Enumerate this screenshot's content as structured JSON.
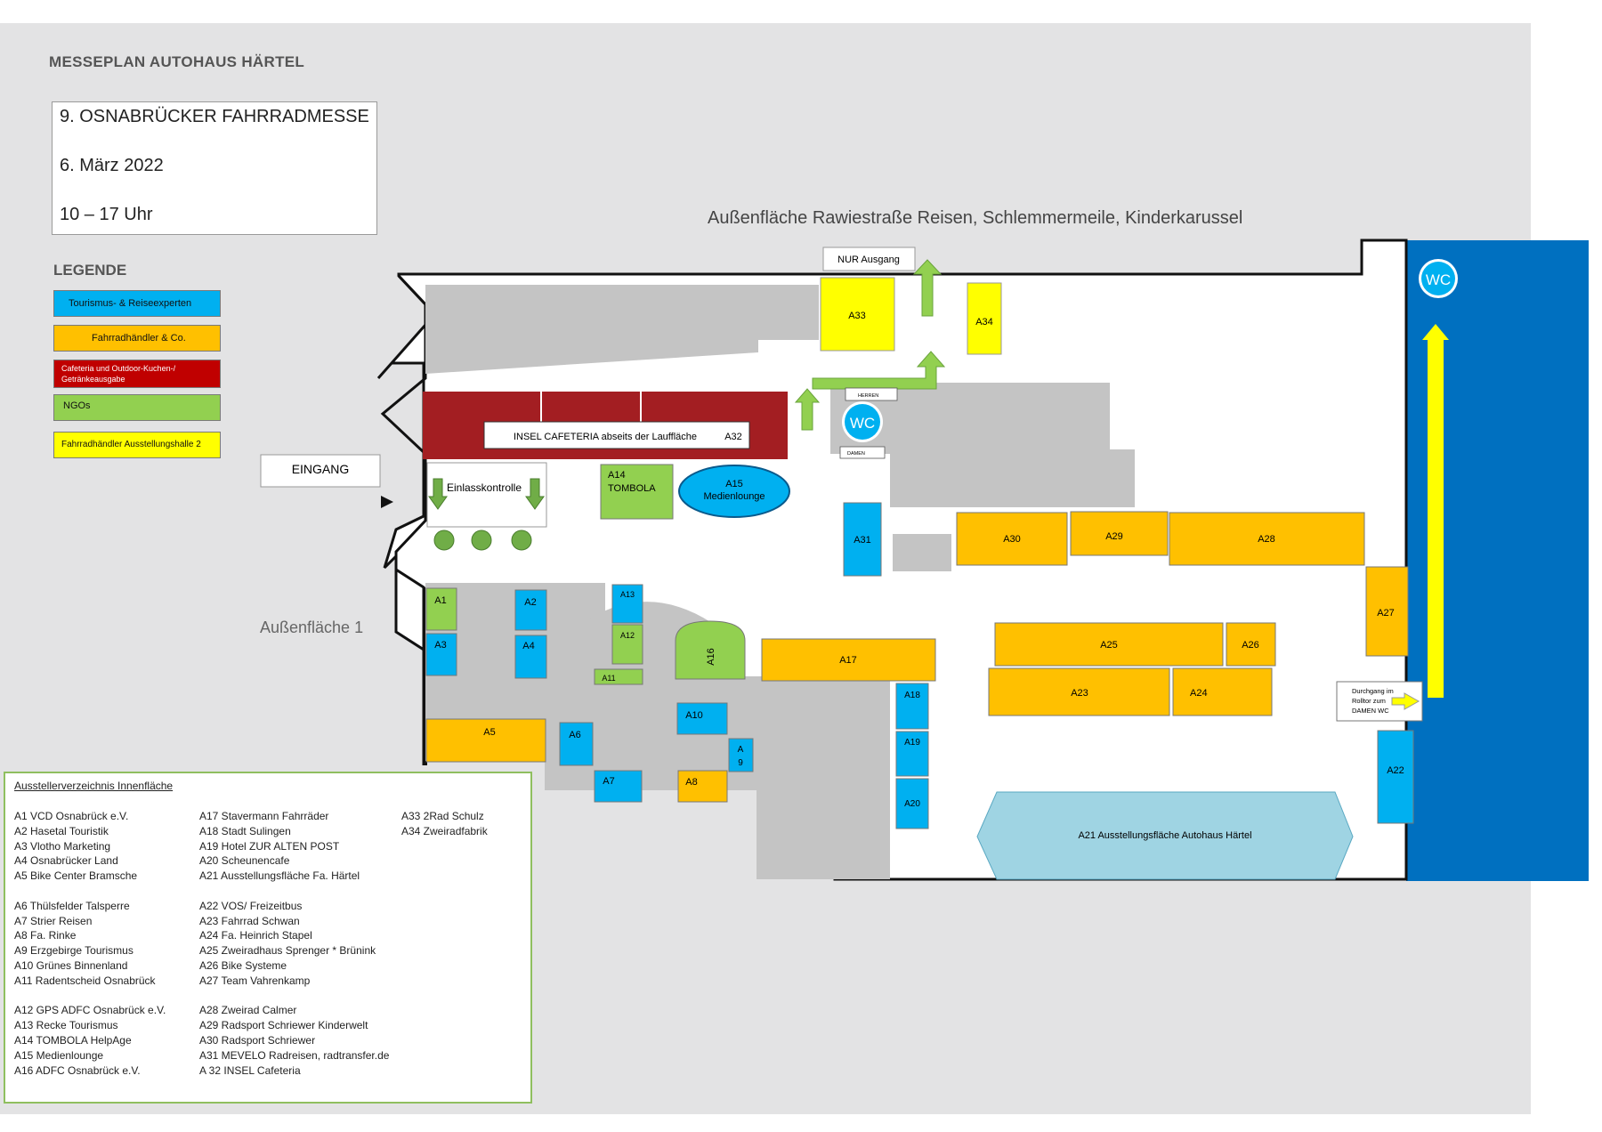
{
  "header": {
    "title": "MESSEPLAN AUTOHAUS HÄRTEL"
  },
  "event": {
    "name": "9. OSNABRÜCKER FAHRRADMESSE",
    "date": "6. März 2022",
    "time": "10 – 17 Uhr"
  },
  "outdoor_label": "Außenfläche Rawiestraße   Reisen, Schlemmermeile, Kinderkarussel",
  "outdoor1_label": "Außenfläche 1",
  "legend": {
    "title": "LEGENDE",
    "items": [
      {
        "label": "Tourismus- & Reiseexperten",
        "color": "#00b0f0"
      },
      {
        "label": "Fahrradhändler & Co.",
        "color": "#ffc000"
      },
      {
        "label": "Cafeteria und Outdoor-Kuchen-/ Getränkeausgabe",
        "color": "#c00000"
      },
      {
        "label": "NGOs",
        "color": "#92d050"
      },
      {
        "label": "Fahrradhändler Ausstellungshalle 2",
        "color": "#ffff00"
      }
    ]
  },
  "map_labels": {
    "entrance": "EINGANG",
    "exit": "NUR Ausgang",
    "check": "Einlasskontrolle",
    "cafeteria": "INSEL CAFETERIA abseits der Lauffläche",
    "cafeteria_id": "A32",
    "wc": "WC",
    "wc_blue": "WC",
    "herren": "HERREN",
    "damen": "DAMEN",
    "passage_1": "Durchgang im",
    "passage_2": "Rolltor zum",
    "passage_3": "DAMEN WC"
  },
  "booths": {
    "A1": "A1",
    "A2": "A2",
    "A3": "A3",
    "A4": "A4",
    "A5": "A5",
    "A6": "A6",
    "A7": "A7",
    "A8": "A8",
    "A9a": "A",
    "A9b": "9",
    "A10": "A10",
    "A11": "A11",
    "A12": "A12",
    "A13": "A13",
    "A14a": "A14",
    "A14b": "TOMBOLA",
    "A15a": "A15",
    "A15b": "Medienlounge",
    "A16": "A16",
    "A17": "A17",
    "A18": "A18",
    "A19": "A19",
    "A20": "A20",
    "A21": "A21 Ausstellungsfläche Autohaus Härtel",
    "A22": "A22",
    "A23": "A23",
    "A24": "A24",
    "A25": "A25",
    "A26": "A26",
    "A27": "A27",
    "A28": "A28",
    "A29": "A29",
    "A30": "A30",
    "A31": "A31",
    "A33": "A33",
    "A34": "A34"
  },
  "directory": {
    "title": "Ausstellerverzeichnis Innenfläche",
    "col1": [
      "A1 VCD Osnabrück e.V.",
      "A2 Hasetal Touristik",
      "A3 Vlotho Marketing",
      "A4 Osnabrücker Land",
      "A5 Bike Center Bramsche",
      "",
      "A6 Thülsfelder Talsperre",
      "A7 Strier Reisen",
      "A8 Fa. Rinke",
      "A9 Erzgebirge Tourismus",
      "A10 Grünes Binnenland",
      "A11 Radentscheid Osnabrück",
      "",
      "A12 GPS ADFC Osnabrück e.V.",
      "A13 Recke Tourismus",
      "A14 TOMBOLA HelpAge",
      "A15 Medienlounge",
      "A16 ADFC Osnabrück e.V."
    ],
    "col2": [
      "A17 Stavermann Fahrräder",
      "A18 Stadt Sulingen",
      "A19 Hotel ZUR ALTEN POST",
      "A20 Scheunencafe",
      "A21 Ausstellungsfläche Fa. Härtel",
      "",
      "A22 VOS/ Freizeitbus",
      "A23 Fahrrad Schwan",
      "A24 Fa. Heinrich Stapel",
      "A25 Zweiradhaus Sprenger * Brünink",
      "A26 Bike Systeme",
      "A27 Team Vahrenkamp",
      "",
      "A28 Zweirad Calmer",
      "A29 Radsport Schriewer Kinderwelt",
      "A30 Radsport Schriewer",
      "A31 MEVELO Radreisen, radtransfer.de",
      "A 32 INSEL Cafeteria"
    ],
    "col3": [
      "A33 2Rad Schulz",
      "A34 Zweiradfabrik"
    ]
  }
}
